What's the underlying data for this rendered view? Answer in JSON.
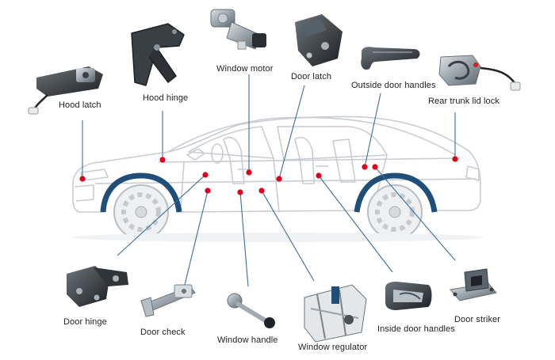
{
  "labels": {
    "hood_latch": "Hood latch",
    "hood_hinge": "Hood hinge",
    "window_motor": "Window motor",
    "door_latch": "Door latch",
    "outside_door_handles": "Outside door handles",
    "rear_trunk_lid_lock": "Rear trunk lid lock",
    "door_hinge": "Door hinge",
    "door_check": "Door check",
    "window_handle": "Window handle",
    "window_regulator": "Window regulator",
    "inside_door_handles": "Inside door handles",
    "door_striker": "Door striker"
  },
  "colors": {
    "marker": "#e0001b",
    "leader": "#3a6f9a",
    "car_outline": "#c9cdd2",
    "wheel_arch": "#1f4e79"
  },
  "icons": {
    "hood_latch": "hood-latch-part",
    "hood_hinge": "hood-hinge-part",
    "window_motor": "window-motor-part",
    "door_latch": "door-latch-part",
    "outside_door_handles": "outside-door-handle-part",
    "rear_trunk_lid_lock": "trunk-lock-part",
    "door_hinge": "door-hinge-part",
    "door_check": "door-check-part",
    "window_handle": "window-handle-part",
    "window_regulator": "window-regulator-part",
    "inside_door_handles": "inside-door-handle-part",
    "door_striker": "door-striker-part"
  }
}
